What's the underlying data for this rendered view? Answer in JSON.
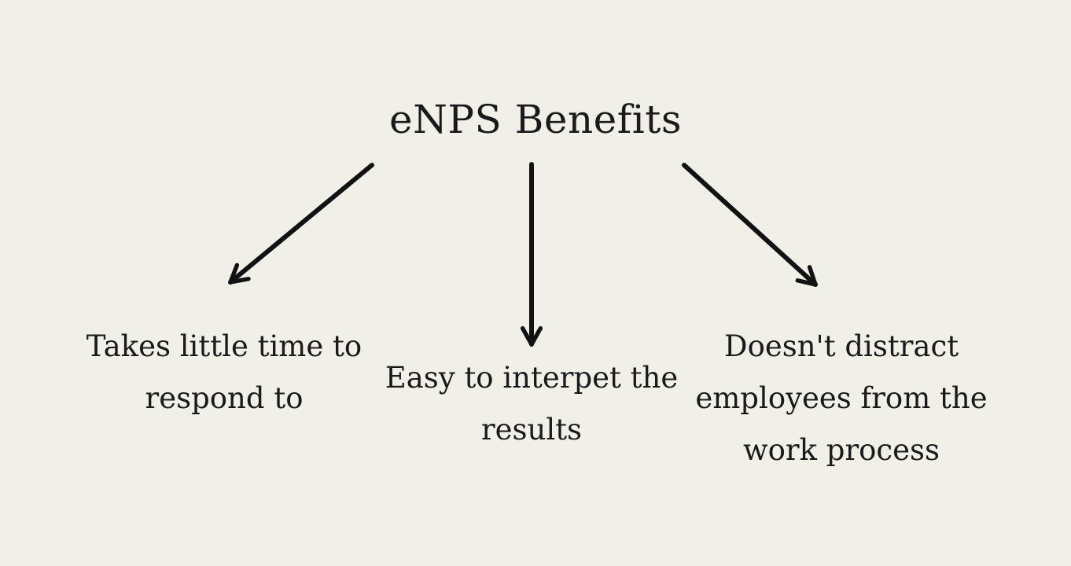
{
  "title": "eNPS Benefits",
  "colors": {
    "background": "#f0efe8",
    "text": "#1a1a1a",
    "arrow": "#121212"
  },
  "nodes": [
    {
      "id": "takes-little-time",
      "label": "Takes little time to respond to"
    },
    {
      "id": "easy-to-interpret",
      "label": "Easy to interpet the results"
    },
    {
      "id": "doesnt-distract",
      "label": "Doesn't distract employees from the work process"
    }
  ]
}
